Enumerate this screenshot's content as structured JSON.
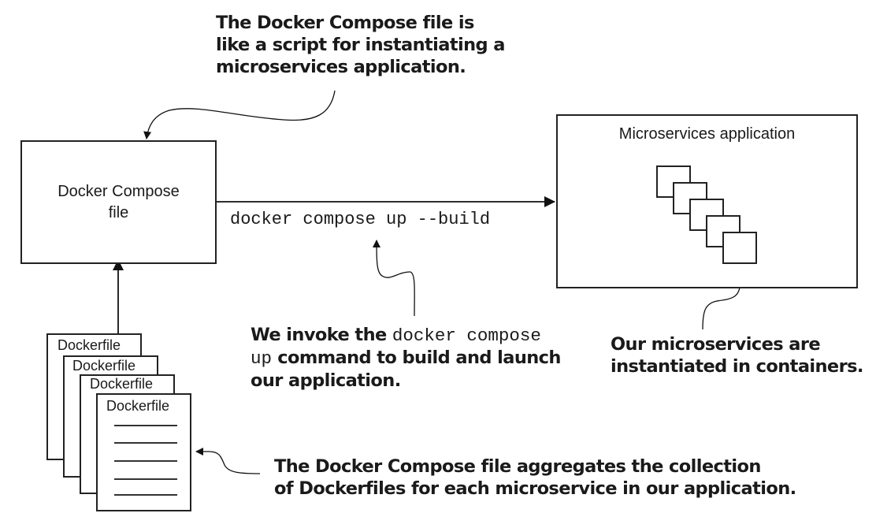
{
  "callouts": {
    "compose_script": {
      "line1": "The Docker Compose file is",
      "line2": "like a script for instantiating a",
      "line3": "microservices application."
    },
    "invoke": {
      "line1_text": "We invoke the ",
      "line1_code": "docker compose",
      "line2_code": "up",
      "line2_text": " command to build and launch",
      "line3": "our application."
    },
    "containers": {
      "line1": "Our microservices are",
      "line2": "instantiated in containers."
    },
    "aggregates": {
      "line1": "The Docker Compose file aggregates the collection",
      "line2": "of Dockerfiles for each microservice in our application."
    }
  },
  "compose_box": {
    "line1": "Docker Compose",
    "line2": "file"
  },
  "command": "docker compose up --build",
  "app_box": {
    "title": "Microservices application",
    "container_count": 5
  },
  "dockerfiles": [
    {
      "label": "Dockerfile"
    },
    {
      "label": "Dockerfile"
    },
    {
      "label": "Dockerfile"
    },
    {
      "label": "Dockerfile"
    }
  ],
  "front_doc_line_count": 5
}
